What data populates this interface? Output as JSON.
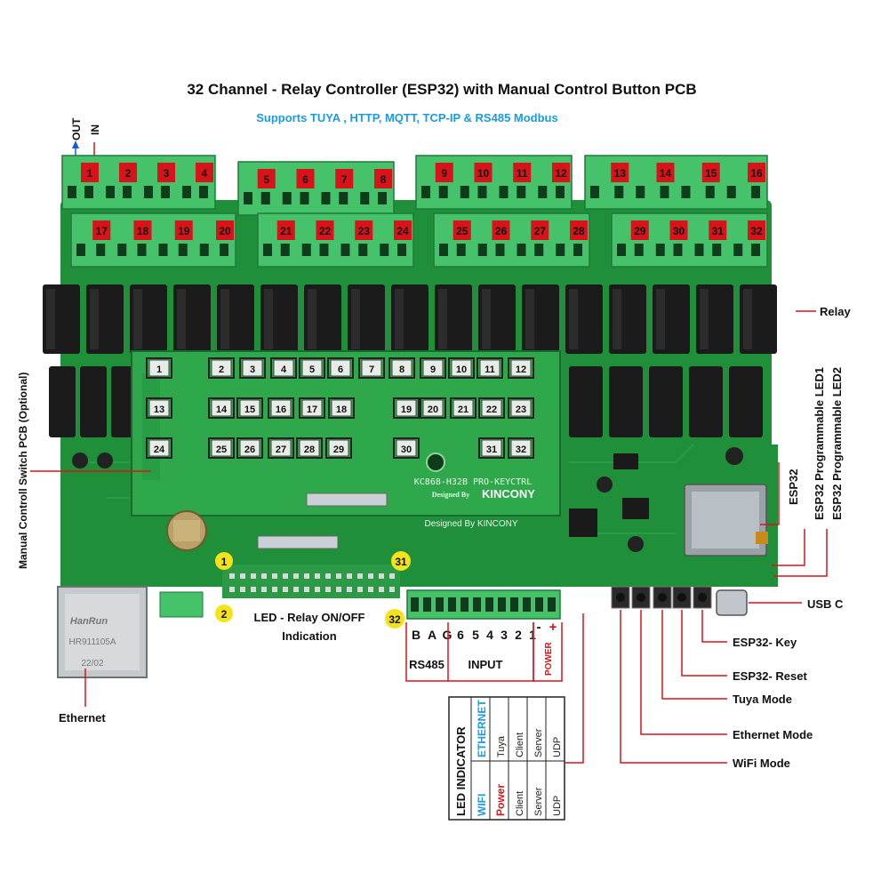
{
  "title": "32 Channel  - Relay Controller (ESP32) with Manual Control Button PCB",
  "subtitle": "Supports TUYA , HTTP, MQTT, TCP-IP & RS485 Modbus",
  "io_labels": {
    "out": "OUT",
    "in": "IN"
  },
  "terminal_numbers_top": [
    "1",
    "2",
    "3",
    "4",
    "5",
    "6",
    "7",
    "8",
    "9",
    "10",
    "11",
    "12",
    "13",
    "14",
    "15",
    "16"
  ],
  "terminal_numbers_second": [
    "17",
    "18",
    "19",
    "20",
    "21",
    "22",
    "23",
    "24",
    "25",
    "26",
    "27",
    "28",
    "29",
    "30",
    "31",
    "32"
  ],
  "keypad_rows": [
    [
      "1",
      "2",
      "3",
      "4",
      "5",
      "6",
      "7",
      "8",
      "9",
      "10",
      "11",
      "12"
    ],
    [
      "13",
      "14",
      "15",
      "16",
      "17",
      "18",
      "19",
      "20",
      "21",
      "22",
      "23"
    ],
    [
      "24",
      "25",
      "26",
      "27",
      "28",
      "29",
      "30",
      "31",
      "32"
    ]
  ],
  "keypad_board_text": {
    "model": "KC868-H32B PRO-KEYCTRL",
    "designed_by": "Designed By",
    "brand": "KINCONY",
    "main_designed": "Designed By KINCONY"
  },
  "ethernet_jack": {
    "brand": "HanRun",
    "part": "HR911105A",
    "code": "22/02"
  },
  "led_markers": {
    "m1": "1",
    "m2": "2",
    "m31": "31",
    "m32": "32"
  },
  "callouts": {
    "relay": "Relay",
    "esp32": "ESP32",
    "led1": "ESP32 Programmable LED1",
    "led2": "ESP32 Programmable LED2",
    "usb": "USB C",
    "esp32_key": "ESP32- Key",
    "esp32_reset": "ESP32- Reset",
    "tuya_mode": "Tuya Mode",
    "ethernet_mode": "Ethernet Mode",
    "wifi_mode": "WiFi Mode",
    "ethernet": "Ethernet",
    "manual_switch_pcb": "Manual Controll Switch PCB  (Optional)",
    "led_relay_line1": "LED - Relay ON/OFF",
    "led_relay_line2": "Indication"
  },
  "input_terminal": {
    "letters": [
      "B",
      "A",
      "G",
      "6",
      "5",
      "4",
      "3",
      "2",
      "1"
    ],
    "power_signs": [
      "-",
      "+"
    ],
    "rs485": "RS485",
    "input": "INPUT",
    "power": "POWER"
  },
  "led_table": {
    "header": "LED INDICATOR",
    "col_wifi": [
      "WIFI",
      "Power"
    ],
    "col_ethernet": "ETHERNET",
    "rows": [
      [
        "Tuya",
        ""
      ],
      [
        "Client",
        "Client"
      ],
      [
        "Server",
        "Server"
      ],
      [
        "UDP",
        "UDP"
      ]
    ]
  },
  "colors": {
    "pcb": "#1f8f3a",
    "pcb_light": "#2fa84c",
    "terminal": "#45c26a",
    "terminal_dark": "#1d7a3a",
    "relay": "#1b1b1b",
    "red_label": "#d8141a",
    "accent_blue": "#1a9be0",
    "yellow": "#f4e21a"
  }
}
